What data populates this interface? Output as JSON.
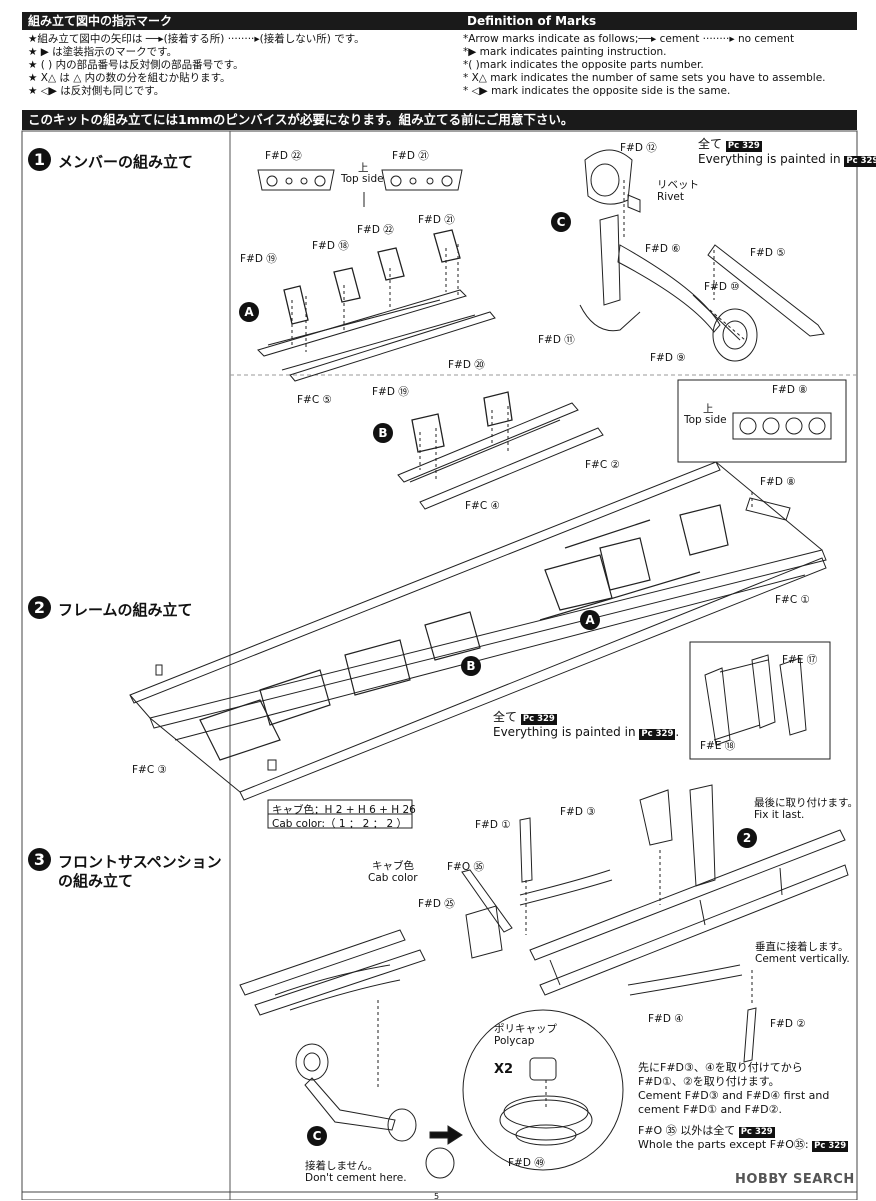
{
  "header": {
    "left_title": "組み立て図中の指示マーク",
    "right_title": "Definition of Marks",
    "jp_lines": [
      "★組み立て図中の矢印は ──▸(接着する所) ········▸(接着しない所) です。",
      "★ ▶ は塗装指示のマークです。",
      "★ ( ) 内の部品番号は反対側の部品番号です。",
      "★ X△ は △ 内の数の分を組むか貼ります。",
      "★ ◁▶ は反対側も同じです。"
    ],
    "en_lines": [
      "*Arrow marks indicate as follows;──▸       cement ········▸       no cement",
      "*▶ mark indicates painting instruction.",
      "*(    )mark indicates the opposite parts number.",
      "* X△  mark indicates the number of same sets you have to assemble.",
      "* ◁▶  mark indicates the opposite side is the same."
    ]
  },
  "notice": "このキットの組み立てには1mmのピンバイスが必要になります。組み立てる前にご用意下さい。",
  "steps": [
    {
      "num": "1",
      "title": "メンバーの組み立て"
    },
    {
      "num": "2",
      "title": "フレームの組み立て"
    },
    {
      "num": "3",
      "title_l1": "フロントサスペンション",
      "title_l2": "の組み立て"
    }
  ],
  "labels": {
    "fd22_top": "F#D ㉒",
    "fd21_top": "F#D ㉑",
    "ue": "上",
    "top_side": "Top side",
    "fd22": "F#D ㉒",
    "fd21": "F#D ㉑",
    "fd18": "F#D ⑱",
    "fd19a": "F#D ⑲",
    "fc5": "F#C ⑤",
    "fd20": "F#D ⑳",
    "fd19b": "F#D ⑲",
    "fc4": "F#C ④",
    "fd12": "F#D ⑫",
    "rivet_jp": "リベット",
    "rivet_en": "Rivet",
    "fd6": "F#D ⑥",
    "fd5": "F#D ⑤",
    "fd10": "F#D ⑩",
    "fd11": "F#D ⑪",
    "fd9": "F#D ⑨",
    "all_paint_jp": "全て",
    "all_paint_en": "Everything is painted in",
    "paint_code": "329",
    "fd8_box": "F#D ⑧",
    "ue2": "上",
    "top_side2": "Top side",
    "fc2": "F#C ②",
    "fd8": "F#D ⑧",
    "fc1": "F#C ①",
    "fc3": "F#C ③",
    "fe17": "F#E ⑰",
    "fe18": "F#E ⑱",
    "cab_color_jp": "キャブ色：",
    "cab_color_codes": "H 2 + H 6 + H 26",
    "cab_color_en": "Cab color:（ 1 ： 2 ： 2 ）",
    "fd1": "F#D ①",
    "fd3": "F#D ③",
    "last_jp": "最後に取り付けます。",
    "last_en": "Fix it last.",
    "cab_jp": "キャブ色",
    "cab_en": "Cab color",
    "fo35": "F#O ㉟",
    "fd25": "F#D ㉕",
    "vert_jp": "垂直に接着します。",
    "vert_en": "Cement vertically.",
    "fd4": "F#D ④",
    "fd2": "F#D ②",
    "polycap_jp": "ポリキャップ",
    "polycap_en": "Polycap",
    "x2": "X2",
    "fd49": "F#D ㊾",
    "no_cement_jp": "接着しません。",
    "no_cement_en": "Don't cement here.",
    "note_jp1": "先にF#D③、④を取り付けてから",
    "note_jp2": "F#D①、②を取り付けます。",
    "note_en1": "Cement F#D③ and F#D④ first and",
    "note_en2": "cement F#D① and F#D②.",
    "except_jp": "F#O ㉟ 以外は全て",
    "except_en": "Whole the parts except F#O㉟:",
    "page_no": "5",
    "watermark": "HOBBY SEARCH"
  },
  "badges": {
    "A": "A",
    "B": "B",
    "C": "C",
    "two": "2"
  }
}
